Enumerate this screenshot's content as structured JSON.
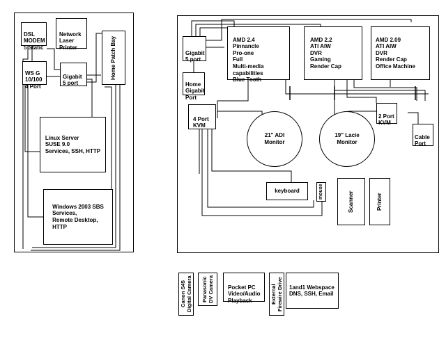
{
  "left_panel": {
    "dsl_modem": "DSL\nMODEM\n5 Static",
    "network_printer": "Network\nLaser\nPrinter",
    "router": "WS G\n10/100\n4 Port",
    "gigabit_left": "Gigabit\n5 port",
    "patch_bay": "Home Patch Bay",
    "linux_server": "Linux Server\nSUSE 9.0\nServices, SSH, HTTP",
    "windows_server": "Windows 2003 SBS\nServices,\nRemote Desktop,\nHTTP"
  },
  "right_panel": {
    "gigabit_right": "Gigabit\n5 port",
    "home_gigabit": "Home\nGigabit\nPort",
    "amd_24": "AMD 2.4\nPinnancle\nPro-one\nFull\nMulti-media\ncapabilities\nBlue Tooth",
    "amd_22": "AMD 2.2\nATI AIW\nDVR\nGaming\nRender Cap",
    "amd_209": "AMD 2.09\nATI AIW\nDVR\nRender Cap\nOffice Machine",
    "kvm_4": "4 Port\nKVM",
    "kvm_2": "2 Port\nKVM",
    "cable_port": "Cable\nPort",
    "monitor_21": "21\" ADI\nMonitor",
    "monitor_19": "19\" Lacie\nMonitor",
    "keyboard": "keyboard",
    "mouse": "mouse",
    "scanner": "Scanner",
    "printer": "Printer"
  },
  "peripherals": {
    "canon": "Canon S45\nDigital Camera",
    "panasonic": "Panasonic\nDV Camera",
    "pocket_pc": "Pocket PC\nVideo/Audio\nPlayback",
    "firewire": "External\nFirewire Drive",
    "webspace": "1and1 Webspace\nDNS, SSH, Email"
  }
}
